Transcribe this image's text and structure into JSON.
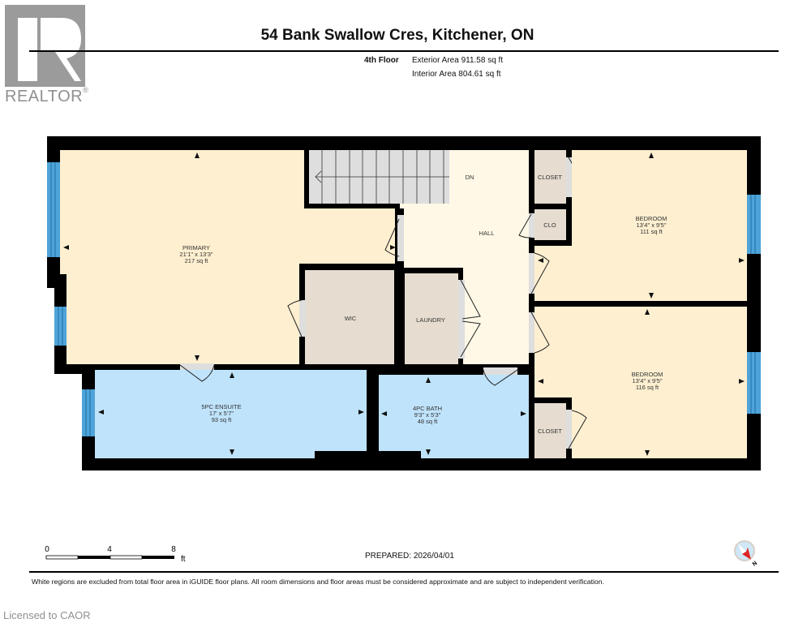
{
  "header": {
    "logo_text": "REALTOR",
    "logo_mark": "®",
    "title": "54 Bank Swallow Cres, Kitchener, ON",
    "floor": "4th Floor",
    "exterior_area": "Exterior Area 911.58 sq ft",
    "interior_area": "Interior Area 804.61 sq ft"
  },
  "rooms": {
    "primary": {
      "name": "PRIMARY",
      "dims": "21'1\" x 13'3\"",
      "area": "217 sq ft"
    },
    "hall": {
      "name": "HALL"
    },
    "stairs": {
      "label": "DN"
    },
    "closet_top": {
      "name": "CLOSET"
    },
    "clo": {
      "name": "CLO"
    },
    "bedroom_top": {
      "name": "BEDROOM",
      "dims": "13'4\" x 9'5\"",
      "area": "111 sq ft"
    },
    "wic": {
      "name": "WIC"
    },
    "laundry": {
      "name": "LAUNDRY"
    },
    "bedroom_bottom": {
      "name": "BEDROOM",
      "dims": "13'4\" x 9'5\"",
      "area": "116 sq ft"
    },
    "ensuite": {
      "name": "5PC ENSUITE",
      "dims": "17' x 5'7\"",
      "area": "93 sq ft"
    },
    "bath": {
      "name": "4PC BATH",
      "dims": "9'3\" x 5'3\"",
      "area": "48 sq ft"
    },
    "closet_bottom": {
      "name": "CLOSET"
    }
  },
  "colors": {
    "bedroom_fill": "#fdefd0",
    "hall_fill": "#fff8e6",
    "closet_fill": "#e6ddd0",
    "bath_fill": "#bfe3fb",
    "stair_fill": "#dedede",
    "window": "#4ea3d8",
    "wall": "#000000"
  },
  "scale": {
    "ticks": [
      "0",
      "4",
      "8"
    ],
    "unit": "ft"
  },
  "compass": {
    "label": "N",
    "icon": "compass-icon"
  },
  "footer": {
    "prepared": "PREPARED: 2026/04/01",
    "disclaimer": "White regions are excluded from total floor area in iGUIDE floor plans. All room dimensions and floor areas must be considered approximate and are subject to independent verification.",
    "licensed": "Licensed to CAOR"
  }
}
